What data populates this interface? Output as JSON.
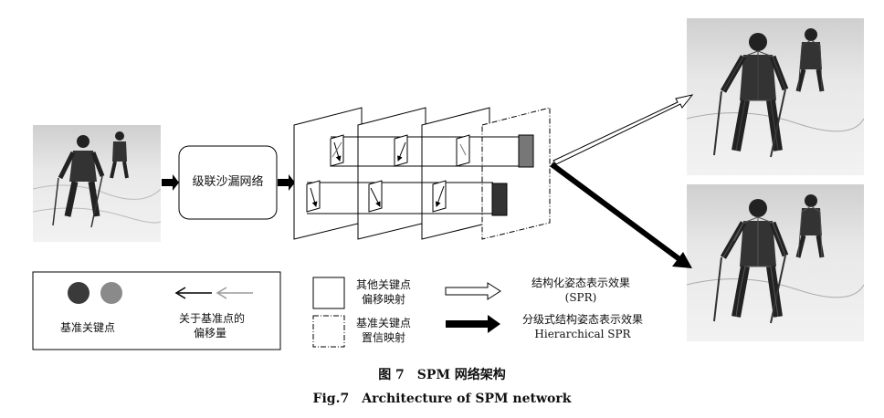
{
  "network_box": {
    "label": "级联沙漏网络"
  },
  "legend": {
    "root_joint_label": "基准关键点",
    "offset_label_line1": "关于基准点的",
    "offset_label_line2": "偏移量",
    "other_offset_line1": "其他关键点",
    "other_offset_line2": "偏移映射",
    "root_conf_line1": "基准关键点",
    "root_conf_line2": "置信映射",
    "spr_line1": "结构化姿态表示效果",
    "spr_line2": "(SPR)",
    "hspr_line1": "分级式结构姿态表示效果",
    "hspr_line2": "Hierarchical SPR"
  },
  "caption": {
    "cn": "图 7　SPM 网络架构",
    "en": "Fig.7　Architecture of SPM network"
  },
  "colors": {
    "dark_dot": "#3a3a3a",
    "light_dot": "#8a8a8a",
    "gray_arrow": "#9a9a9a"
  }
}
